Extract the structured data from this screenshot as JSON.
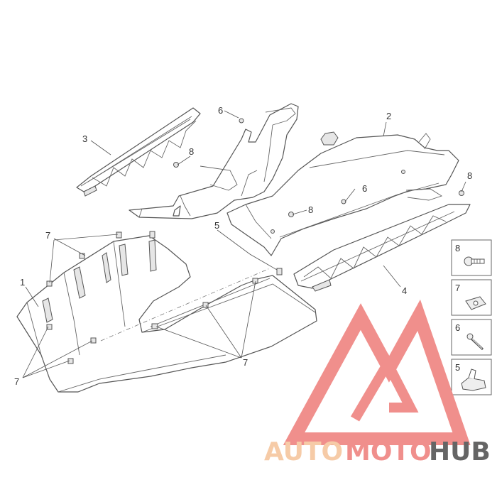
{
  "callouts": {
    "c1": "1",
    "c2": "2",
    "c3": "3",
    "c4": "4",
    "c5": "5",
    "c6a": "6",
    "c6b": "6",
    "c7a": "7",
    "c7b": "7",
    "c7c": "7",
    "c8a": "8",
    "c8b": "8",
    "c8c": "8"
  },
  "legend": [
    {
      "number": "8",
      "icon": "screw-icon"
    },
    {
      "number": "7",
      "icon": "clip-nut-icon"
    },
    {
      "number": "6",
      "icon": "bolt-icon"
    },
    {
      "number": "5",
      "icon": "bracket-clip-icon"
    }
  ],
  "watermark": {
    "part1": "AUTO",
    "part2": "MOTO",
    "part3": "HUB",
    "color_light": "#f6c9a3",
    "color_accent": "#f08a86",
    "color_dark": "#5d5d5d"
  }
}
